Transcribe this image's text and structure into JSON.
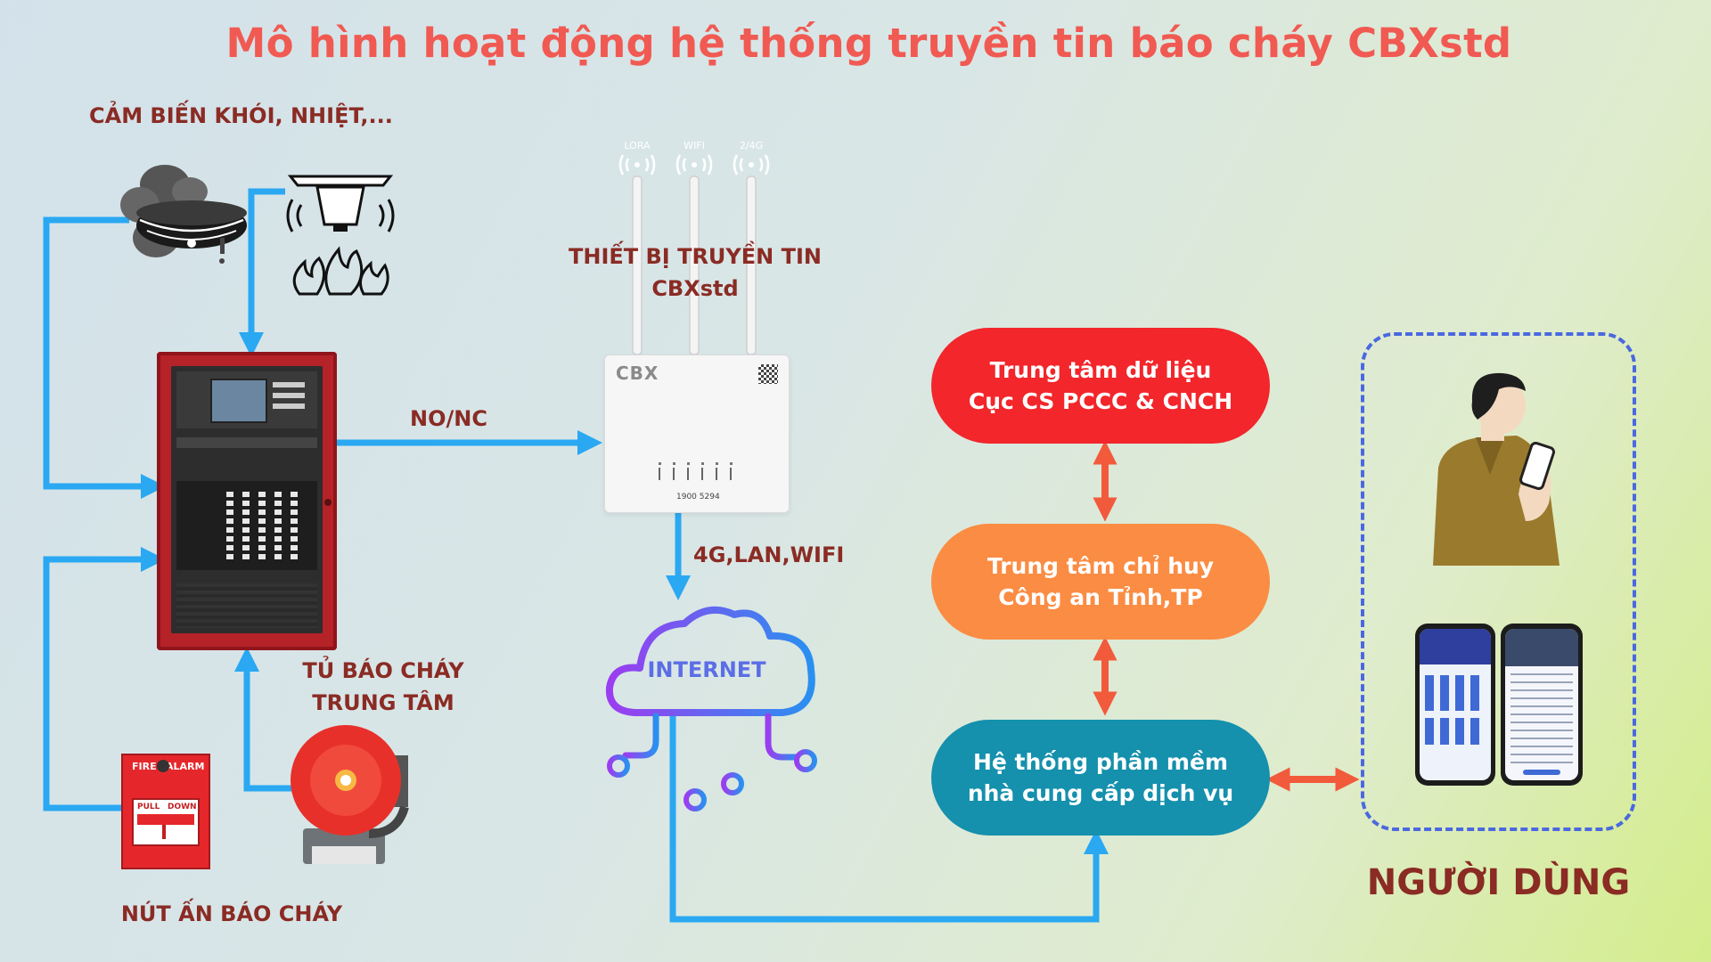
{
  "title": "Mô hình hoạt động hệ thống truyền tin báo cháy CBXstd",
  "labels": {
    "sensors": "CẢM BIẾN KHÓI, NHIỆT,...",
    "device_line1": "THIẾT BỊ TRUYỀN TIN",
    "device_line2": "CBXstd",
    "no_nc": "NO/NC",
    "network": "4G,LAN,WIFI",
    "panel_line1": "TỦ BÁO CHÁY",
    "panel_line2": "TRUNG TÂM",
    "call_point": "NÚT ẤN BÁO CHÁY",
    "internet": "INTERNET",
    "user": "NGƯỜI DÙNG"
  },
  "antennas": [
    "LORA",
    "WIFI",
    "2/4G"
  ],
  "router": {
    "brand": "CBX",
    "hotline": "1900 5294"
  },
  "call_point_text": {
    "fire": "FIRE",
    "alarm": "ALARM",
    "pull": "PULL",
    "down": "DOWN"
  },
  "nodes": {
    "data_center": {
      "line1": "Trung tâm dữ liệu",
      "line2": "Cục CS PCCC & CNCH",
      "color": "#f2262b"
    },
    "command_center": {
      "line1": "Trung tâm chỉ huy",
      "line2": "Công an Tỉnh,TP",
      "color": "#fb8c43"
    },
    "software": {
      "line1": "Hệ thống phần mềm",
      "line2": "nhà cung cấp dịch vụ",
      "color": "#1590ad"
    }
  },
  "colors": {
    "wire": "#2aa8f2",
    "two_way_arrow": "#f25a3c",
    "cloud_start": "#9b3df0",
    "cloud_end": "#2a90f0",
    "user_border": "#4a68e0",
    "panel_red": "#b52228"
  }
}
